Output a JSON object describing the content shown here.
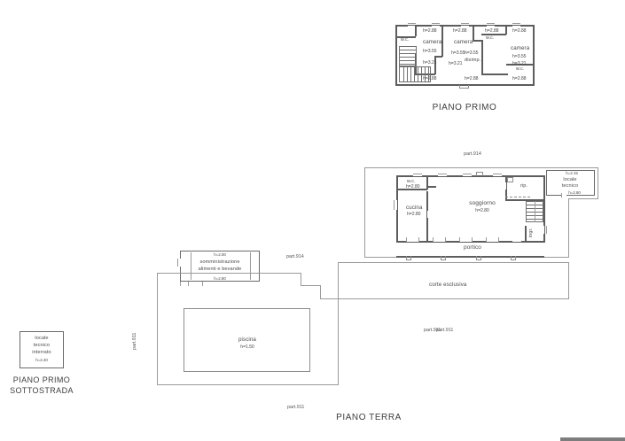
{
  "document": {
    "type": "planimetria-catastale",
    "floors": [
      {
        "id": "piano-primo",
        "label": "PIANO PRIMO"
      },
      {
        "id": "piano-terra",
        "label": "PIANO TERRA"
      },
      {
        "id": "piano-primo-sottostrada",
        "label_line1": "PIANO PRIMO",
        "label_line2": "SOTTOSTRADA"
      }
    ]
  },
  "piano_primo": {
    "title": "PIANO PRIMO",
    "rooms": [
      {
        "name": "w.c.",
        "heights": []
      },
      {
        "name": "camera",
        "heights": [
          "h=2.88",
          "h=3.55",
          "h=3.21",
          "h=2.88"
        ]
      },
      {
        "name": "camera",
        "heights": [
          "h=2.88",
          "h=3.55",
          "h=3.21",
          "h=2.88"
        ]
      },
      {
        "name": "disimp.",
        "heights": [
          "h=3.55"
        ]
      },
      {
        "name": "w.c.",
        "heights": [
          "h=2.88"
        ]
      },
      {
        "name": "camera",
        "heights": [
          "h=2.88",
          "h=3.55",
          "h=3.21",
          "h=2.88"
        ]
      },
      {
        "name": "w.c.",
        "heights": []
      }
    ],
    "height_tags": {
      "t1": "h=2.88",
      "t2": "h=2.88",
      "t3": "h=2.88",
      "t4": "h=2.88",
      "m1": "h=3.55",
      "m2": "h=3.55",
      "m3": "h=3.55",
      "m4": "h=3.55",
      "n1": "h=3.21",
      "n2": "h=3.21",
      "n3": "h=3.21",
      "b1": "h=2.88",
      "b2": "h=2.88",
      "b3": "h=2.88"
    },
    "labels": {
      "wc_left": "w.c.",
      "wc_mid": "w.c.",
      "wc_right": "w.c.",
      "camera1": "camera",
      "camera2": "camera",
      "camera3": "camera",
      "disimp": "disimp."
    }
  },
  "piano_terra": {
    "title": "PIANO TERRA",
    "parcels": {
      "p914_top": "part.914",
      "p914_left": "part.914",
      "p911_left": "part.911",
      "p911_mid": "part.911",
      "p911_bottom": "part.911"
    },
    "rooms": [
      {
        "name": "w.c.",
        "height": "h=2.80"
      },
      {
        "name": "cucina",
        "height": "h=2.80"
      },
      {
        "name": "soggiorno",
        "height": "h=2.80"
      },
      {
        "name": "rip.",
        "height": ""
      },
      {
        "name": "ingr.",
        "height": ""
      },
      {
        "name": "portico",
        "height": ""
      },
      {
        "name": "locale tecnico",
        "height_top": "h=2.15",
        "height_bottom": "h=2.80"
      },
      {
        "name": "corte esclusiva",
        "height": ""
      },
      {
        "name": "piscina",
        "height": "h=1.50"
      }
    ],
    "locale_tecnico": {
      "line1": "locale",
      "line2": "tecnico",
      "h_top": "h=2.15",
      "h_bottom": "h=2.80"
    },
    "somministrazione": {
      "h_top": "h=2.00",
      "line1": "somministrazione",
      "line2": "alimenti e bevande",
      "h_bottom": "h=2.80"
    },
    "piscina": {
      "name": "piscina",
      "height": "h=1.50"
    },
    "corte": "corte esclusiva",
    "portico": "portico",
    "soggiorno": {
      "name": "soggiorno",
      "height": "h=2.80"
    },
    "cucina": {
      "name": "cucina",
      "height": "h=2.80"
    },
    "wc": {
      "name": "w.c.",
      "height": "h=2.80"
    },
    "rip": "rip.",
    "ingr": "ingr."
  },
  "piano_sottostrada": {
    "title_line1": "PIANO PRIMO",
    "title_line2": "SOTTOSTRADA",
    "box": {
      "line1": "locale",
      "line2": "tecnico",
      "line3": "interrato",
      "height": "h=2.40"
    }
  },
  "colors": {
    "wall": "#5d5d5d",
    "thin": "#9a9a9a",
    "text": "#4a4a4a",
    "paper": "#ffffff",
    "graybar": "#7d7d7d"
  }
}
